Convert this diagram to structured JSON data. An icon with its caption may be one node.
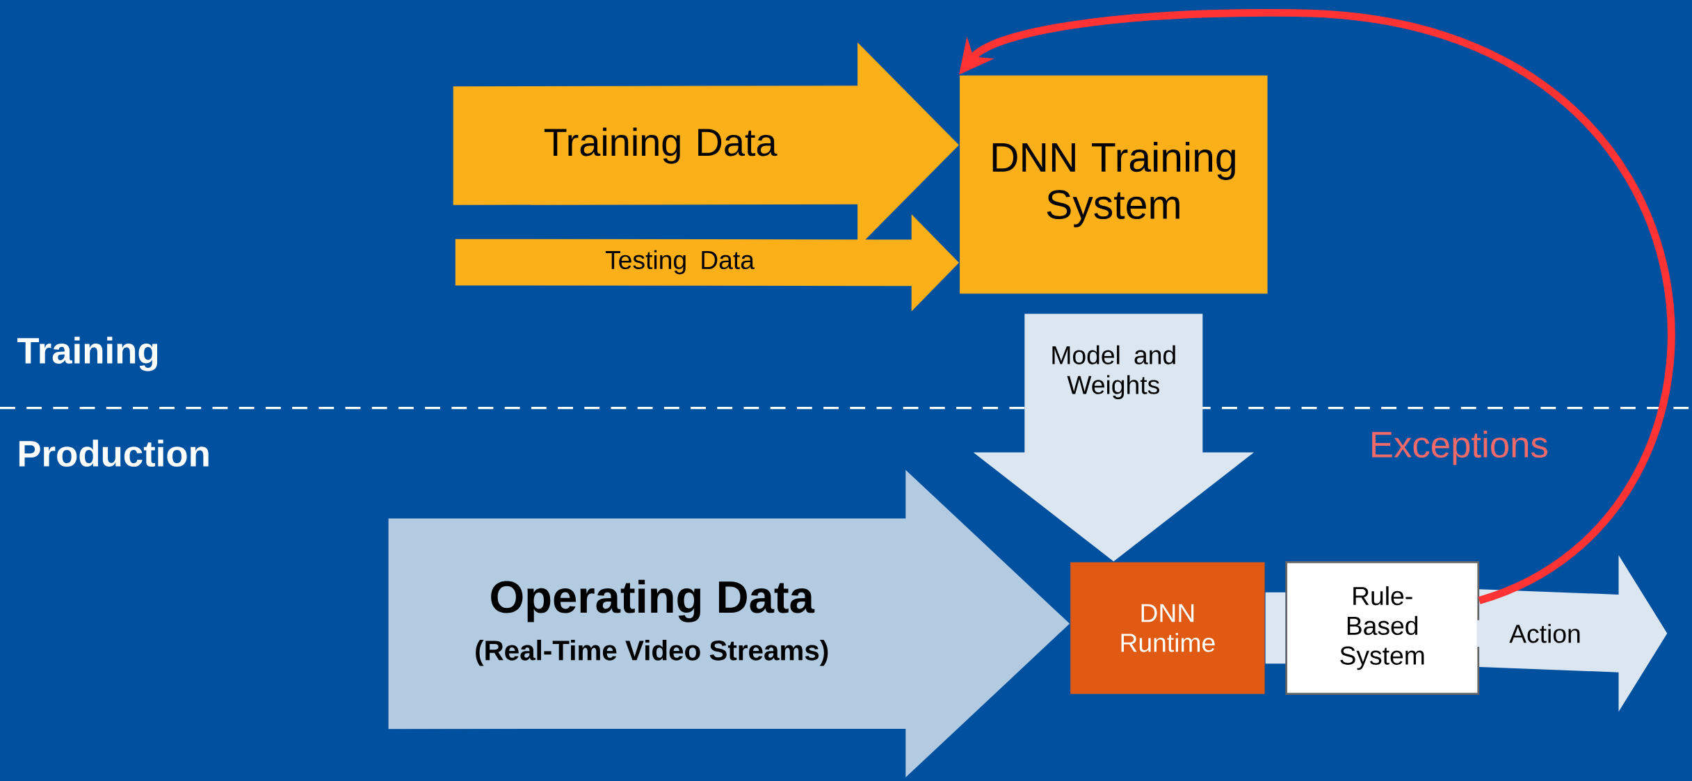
{
  "diagram": {
    "nodes": [
      {
        "text": [
          "DNN Training System"
        ]
      },
      {
        "text": [
          "DNN Runtime"
        ]
      },
      {
        "text": [
          "Rule-Based System"
        ]
      }
    ],
    "edges": [
      {
        "from": null,
        "to": 0,
        "arrow": "to",
        "label": "Training Data",
        "style": "thick",
        "color": "#fbb01a"
      },
      {
        "from": null,
        "to": 0,
        "arrow": "to",
        "label": "Testing Data",
        "style": "thick",
        "color": "#fbb01a"
      },
      {
        "from": 0,
        "to": 1,
        "arrow": "to",
        "label": "Model and Weights",
        "style": "thick",
        "color": "#dce6f0"
      },
      {
        "from": null,
        "to": 1,
        "arrow": "to",
        "label": "Operating Data",
        "style": "thick",
        "color": "#b3cbe0"
      },
      {
        "from": 1,
        "to": 2,
        "arrow": "none",
        "style": "thick",
        "color": "#dce6f0"
      },
      {
        "from": 2,
        "to": null,
        "arrow": "to",
        "label": "Action",
        "style": "thick",
        "color": "#dce6f0"
      },
      {
        "from": 2,
        "to": 0,
        "arrow": "to",
        "label": "Exceptions",
        "color": "#ff3333"
      }
    ],
    "labels": [
      "Training",
      "Production",
      "(Real-Time Video Streams)"
    ]
  }
}
